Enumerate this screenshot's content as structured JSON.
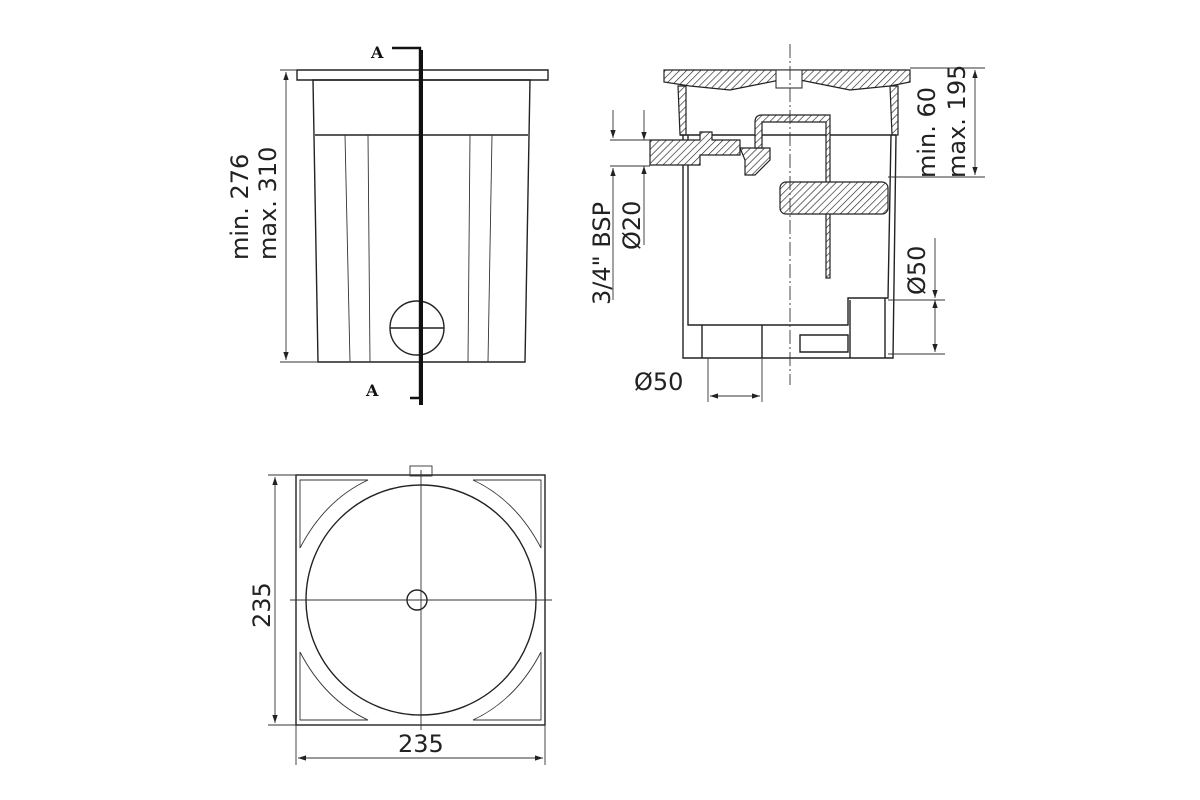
{
  "front_view": {
    "section_marker_top": "A",
    "section_marker_bottom": "A",
    "height_min": "min. 276",
    "height_max": "max. 310"
  },
  "section_view": {
    "adjust_min": "min. 60",
    "adjust_max": "max. 195",
    "inlet_thread": "3/4\" BSP",
    "inlet_diameter": "Ø20",
    "side_outlet_diameter": "Ø50",
    "bottom_outlet_diameter": "Ø50"
  },
  "top_view": {
    "width": "235",
    "depth": "235"
  }
}
